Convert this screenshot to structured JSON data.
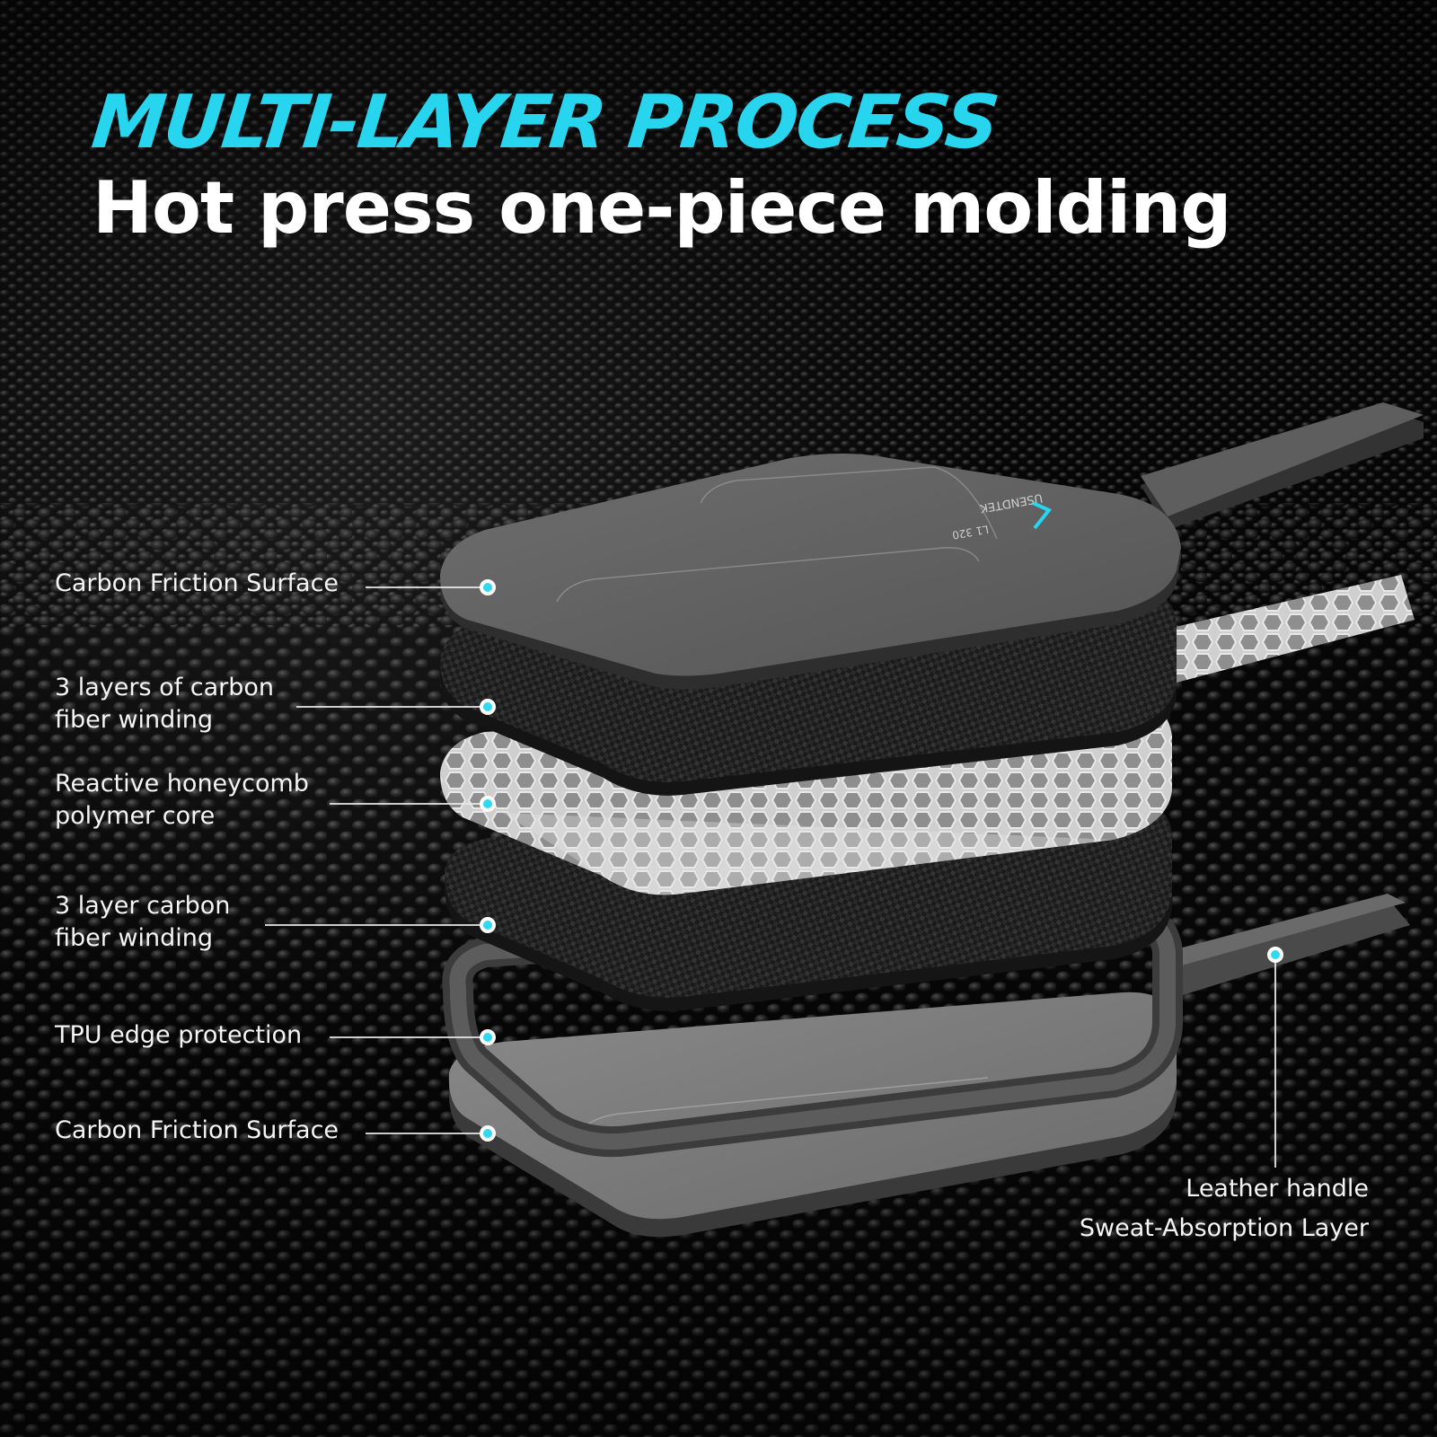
{
  "headline": {
    "line1": "MULTI-LAYER PROCESS",
    "line2": "Hot press one-piece molding"
  },
  "colors": {
    "accent": "#27d5ee",
    "text": "#ffffff",
    "background": "#050505",
    "callout_dot": "#2fd9f0"
  },
  "labels": {
    "top_surface": "Carbon Friction Surface",
    "top_fiber_1": "3 layers of carbon",
    "top_fiber_2": "fiber winding",
    "core_1": "Reactive honeycomb",
    "core_2": "polymer core",
    "bottom_fiber_1": "3 layer carbon",
    "bottom_fiber_2": "fiber winding",
    "edge": "TPU edge protection",
    "bottom_surface": "Carbon Friction Surface",
    "handle_1": "Leather handle",
    "handle_2": "Sweat-Absorption Layer"
  },
  "paddle_marks": {
    "brand": "USENDTEK",
    "model": "L1 320"
  },
  "icons": [
    "callout-dot-icon",
    "paddle-layers-illustration"
  ]
}
